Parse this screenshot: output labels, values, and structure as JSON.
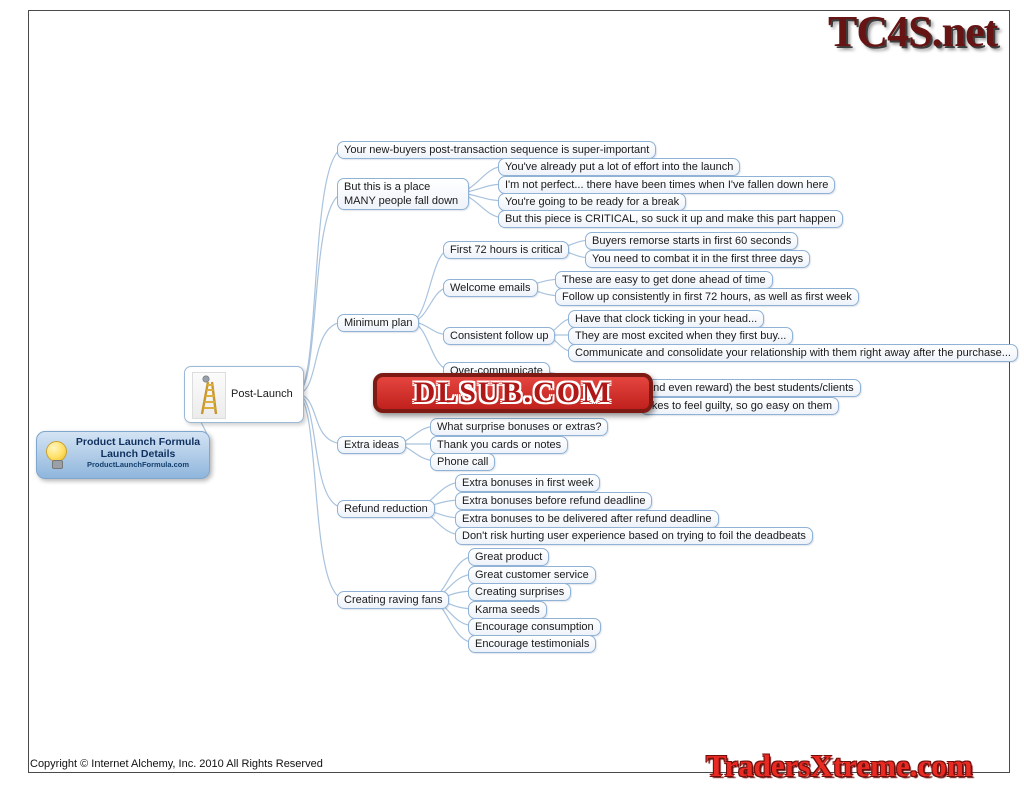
{
  "watermarks": {
    "tc4s": "TC4S.net",
    "dlsub": "DLSUB.COM",
    "tradersxtreme": "TradersXtreme.com"
  },
  "footer": {
    "copyright": "Copyright ©  Internet Alchemy, Inc.  2010 All Rights Reserved"
  },
  "root": {
    "line1": "Product Launch Formula",
    "line2": "Launch  Details",
    "url": "ProductLaunchFormula.com"
  },
  "center": {
    "label": "Post-Launch"
  },
  "branches": {
    "super_important": "Your new-buyers post-transaction sequence is super-important",
    "fall_down": "But this is a place MANY people fall down",
    "fall_down_items": [
      "You've already put a lot of effort into the launch",
      "I'm not perfect... there have been times when I've fallen down here",
      "You're going to be ready for a break",
      "But this piece is CRITICAL, so suck it up and make this part happen"
    ],
    "minimum_plan": "Minimum plan",
    "first72": "First 72 hours is critical",
    "first72_items": [
      "Buyers remorse starts in first 60 seconds",
      "You need to combat it in the first three days"
    ],
    "welcome": "Welcome emails",
    "welcome_items": [
      "These are easy to get done ahead of time",
      "Follow up consistently in first 72 hours, as well as first week"
    ],
    "consistent": "Consistent follow up",
    "consistent_items": [
      "Have that clock ticking in your head...",
      "They are most excited when they first buy...",
      "Communicate and consolidate your relationship with them right away after the purchase..."
    ],
    "over_communicate": "Over-communicate",
    "obscured_items": [
      "and even reward) the best students/clients",
      "likes to feel guilty, so go easy on them"
    ],
    "extra_ideas": "Extra ideas",
    "extra_items": [
      "What surprise bonuses or extras?",
      "Thank you cards or notes",
      "Phone call"
    ],
    "refund": "Refund reduction",
    "refund_items": [
      "Extra bonuses in first week",
      "Extra bonuses before refund deadline",
      "Extra bonuses to be delivered after refund deadline",
      "Don't risk hurting user experience based on trying to foil the deadbeats"
    ],
    "raving": "Creating raving fans",
    "raving_items": [
      "Great product",
      "Great customer service",
      "Creating surprises",
      "Karma seeds",
      "Encourage consumption",
      "Encourage testimonials"
    ]
  }
}
